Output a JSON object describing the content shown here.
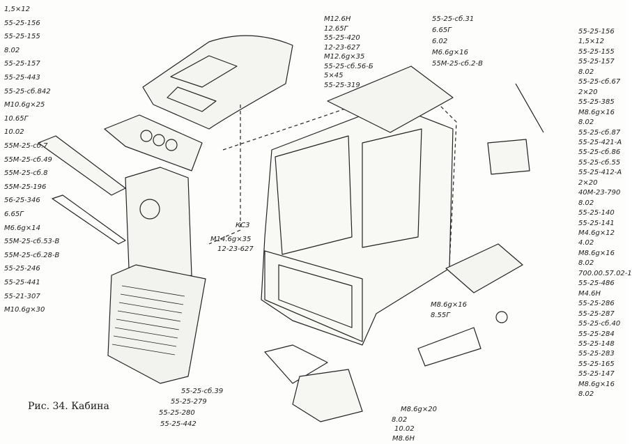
{
  "caption": "Рис. 34. Кабина",
  "labels_left": [
    "1,5×12",
    "55-25-156",
    "55-25-155",
    "8.02",
    "55-25-157",
    "55-25-443",
    "55-25-сб.842",
    "М10.6g×25",
    "10.65Г",
    "10.02",
    "55М-25-сб.7",
    "55М-25-сб.49",
    "55М-25-сб.8",
    "55М-25-196",
    "56-25-346",
    "6.65Г",
    "М6.6g×14",
    "55М-25-сб.53-В",
    "55М-25-сб.28-В",
    "55-25-246",
    "55-25-441",
    "55-21-307",
    "М10.6g×30"
  ],
  "labels_center": [
    "М12.6Н",
    "12.65Г",
    "55-25-420",
    "12-23-627",
    "М12.6g×35",
    "55-25-сб.56-Б",
    "5×45",
    "55-25-319",
    "КС3",
    "М14.6g×35",
    "12-23-627"
  ],
  "labels_top_mid": [
    "55-25-сб.31",
    "6.65Г",
    "6.02",
    "М6.6g×16",
    "55М-25-сб.2-В"
  ],
  "labels_right": [
    "55-25-156",
    "1,5×12",
    "55-25-155",
    "55-25-157",
    "8.02",
    "55-25-сб.67",
    "2×20",
    "55-25-385",
    "М8.6g×16",
    "8.02",
    "55-25-сб.87",
    "55-25-421-А",
    "55-25-сб.86",
    "55-25-сб.55",
    "55-25-412-А",
    "2×20",
    "40М-23-790",
    "8.02",
    "55-25-140",
    "55-25-141",
    "М4.6g×12",
    "4.02",
    "М8.6g×16",
    "8.02",
    "700.00.57.02-1",
    "55-25-486",
    "М4.6Н",
    "55-25-286",
    "55-25-287",
    "55-25-сб.40",
    "55-25-284",
    "55-25-148",
    "55-25-283",
    "55-25-165",
    "55-25-147",
    "М8.6g×16",
    "8.02"
  ],
  "labels_bottom": [
    "М8.6g×16",
    "8.55Г",
    "55-25-сб.39",
    "55-25-279",
    "55-25-280",
    "55-25-442",
    "М8.6g×20",
    "8.02",
    "10.02",
    "М8.6Н"
  ]
}
